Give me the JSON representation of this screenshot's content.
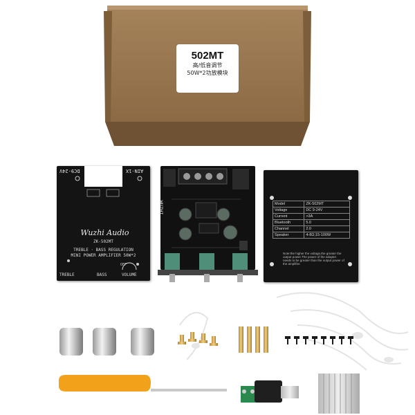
{
  "box": {
    "model": "502MT",
    "line1": "高/低音调节",
    "line2": "50W*2功放模块"
  },
  "front_panel": {
    "top_left": "DC9-24V",
    "top_right": "AIN-1X",
    "brand": "Wuzhi Audio",
    "model": "ZK-502MT",
    "line1": "TREBLE · BASS REGULATION",
    "line2": "MINI POWER AMPLIFIER 50W*2",
    "knob_treble": "TREBLE",
    "knob_bass": "BASS",
    "knob_volume": "VOLUME",
    "off_label": "OFF"
  },
  "board": {
    "silk": "WUZHI"
  },
  "spec_plate": {
    "rows": [
      [
        "Model",
        "ZK-502MT"
      ],
      [
        "Voltage",
        "DC 9-24V"
      ],
      [
        "Current",
        ">3A"
      ],
      [
        "Bluetooth",
        "5.0"
      ],
      [
        "Channel",
        "2.0"
      ],
      [
        "Speaker",
        "4-8Ω;15-100W"
      ]
    ],
    "note": "Note:the higher the voltage,the greater the output power.The power of the adapter needs to be greater than the output power of the amplifier."
  }
}
